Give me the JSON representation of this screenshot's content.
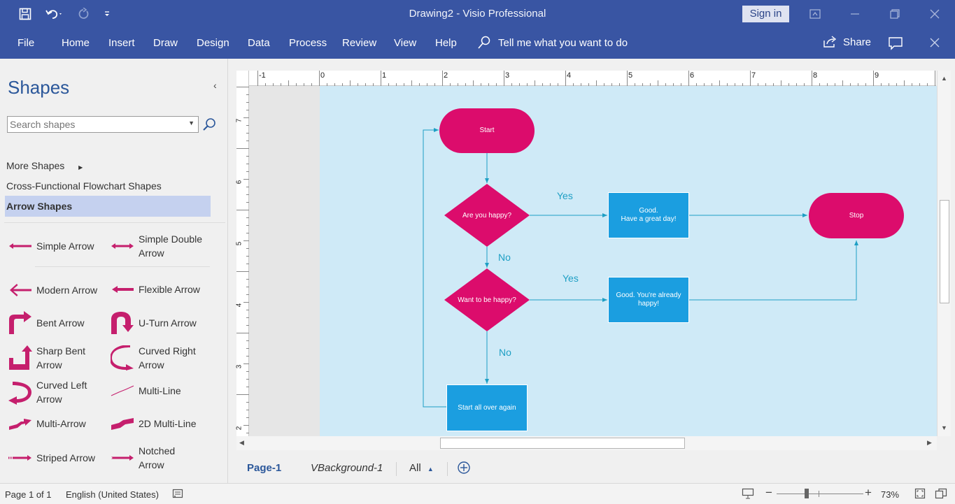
{
  "window": {
    "title": "Drawing2  -  Visio Professional",
    "sign_in": "Sign in",
    "colors": {
      "brand": "#3955a3",
      "terminator": "#dc0c6c",
      "process": "#1b9ee0",
      "page_background": "#cfeaf7",
      "connector": "#1e9fc4"
    }
  },
  "quick_access": {
    "icons": [
      "save-icon",
      "undo-icon",
      "redo-icon",
      "customize-icon"
    ]
  },
  "ribbon": {
    "tabs": [
      "File",
      "Home",
      "Insert",
      "Draw",
      "Design",
      "Data",
      "Process",
      "Review",
      "View",
      "Help"
    ],
    "tell_me": "Tell me what you want to do",
    "share": "Share"
  },
  "shapes_pane": {
    "title": "Shapes",
    "search_placeholder": "Search shapes",
    "more_shapes": "More Shapes",
    "stencils": [
      "Cross-Functional Flowchart Shapes",
      "Arrow Shapes"
    ],
    "selected_stencil": "Arrow Shapes",
    "items": [
      {
        "label": "Simple Arrow",
        "icon": "simple-arrow-icon"
      },
      {
        "label": "Simple Double Arrow",
        "icon": "simple-double-arrow-icon"
      },
      {
        "label": "Modern Arrow",
        "icon": "modern-arrow-icon"
      },
      {
        "label": "Flexible Arrow",
        "icon": "flexible-arrow-icon"
      },
      {
        "label": "Bent Arrow",
        "icon": "bent-arrow-icon"
      },
      {
        "label": "U-Turn Arrow",
        "icon": "u-turn-arrow-icon"
      },
      {
        "label": "Sharp Bent Arrow",
        "icon": "sharp-bent-arrow-icon"
      },
      {
        "label": "Curved Right Arrow",
        "icon": "curved-right-arrow-icon"
      },
      {
        "label": "Curved Left Arrow",
        "icon": "curved-left-arrow-icon"
      },
      {
        "label": "Multi-Line",
        "icon": "multi-line-icon"
      },
      {
        "label": "Multi-Arrow",
        "icon": "multi-arrow-icon"
      },
      {
        "label": "2D Multi-Line",
        "icon": "2d-multi-line-icon"
      },
      {
        "label": "Striped Arrow",
        "icon": "striped-arrow-icon"
      },
      {
        "label": "Notched Arrow",
        "icon": "notched-arrow-icon"
      }
    ]
  },
  "ruler": {
    "horizontal": [
      "-1",
      "0",
      "1",
      "2",
      "3",
      "4",
      "5",
      "6",
      "7",
      "8",
      "9"
    ],
    "vertical": [
      "7",
      "6",
      "5",
      "4",
      "3",
      "2"
    ]
  },
  "diagram": {
    "start": "Start",
    "decision1": "Are you happy?",
    "process1": "Good.\nHave a great day!",
    "stop": "Stop",
    "decision2": "Want to be happy?",
    "process2": "Good. You're already happy!",
    "process3": "Start all over again",
    "label_yes1": "Yes",
    "label_no1": "No",
    "label_yes2": "Yes",
    "label_no2": "No"
  },
  "page_tabs": {
    "tabs": [
      "Page-1",
      "VBackground-1"
    ],
    "all": "All",
    "active": "Page-1"
  },
  "status": {
    "page": "Page 1 of 1",
    "language": "English (United States)",
    "zoom": "73%"
  }
}
